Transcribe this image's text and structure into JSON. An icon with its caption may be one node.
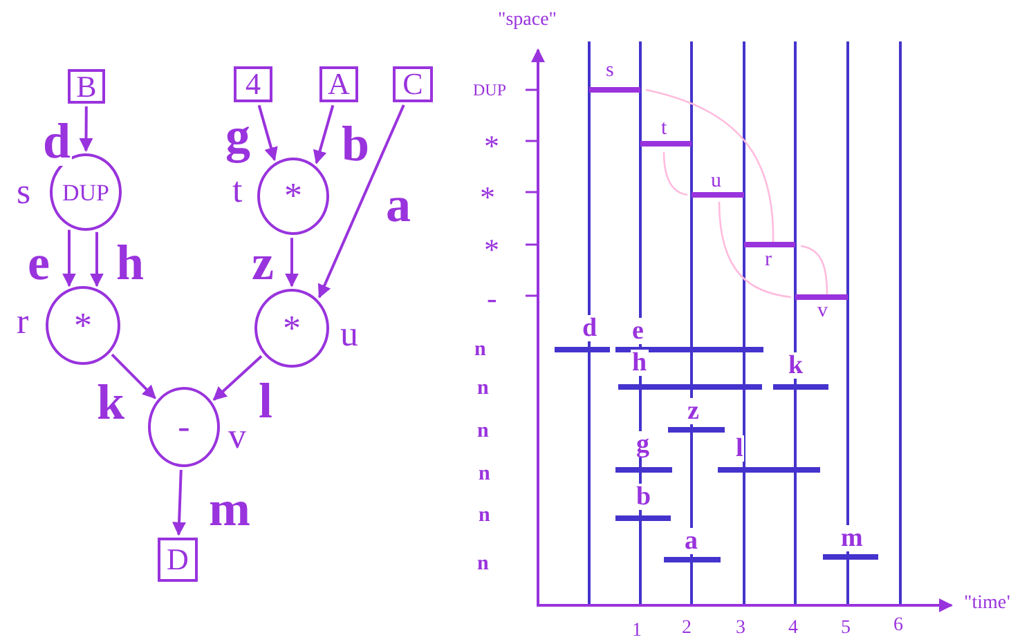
{
  "diagram": {
    "nodes": [
      {
        "text": [
          "B"
        ]
      },
      {
        "text": [
          "4"
        ]
      },
      {
        "text": [
          "A"
        ]
      },
      {
        "text": [
          "C"
        ]
      },
      {
        "text": [
          "DUP"
        ],
        "beside": [
          "s"
        ]
      },
      {
        "text": [
          "*"
        ],
        "beside": [
          "t"
        ]
      },
      {
        "text": [
          "*"
        ],
        "beside": [
          "r"
        ]
      },
      {
        "text": [
          "*"
        ],
        "beside": [
          "u"
        ]
      },
      {
        "text": [
          "-"
        ],
        "beside": [
          "v"
        ]
      },
      {
        "text": [
          "D"
        ]
      }
    ],
    "edges": [
      {
        "from": 0,
        "to": 4,
        "arrow": "to",
        "label": "d"
      },
      {
        "from": 1,
        "to": 5,
        "arrow": "to",
        "label": "g"
      },
      {
        "from": 2,
        "to": 5,
        "arrow": "to",
        "label": "b"
      },
      {
        "from": 3,
        "to": 7,
        "arrow": "to",
        "label": "a"
      },
      {
        "from": 4,
        "to": 6,
        "arrow": "to",
        "label": "e"
      },
      {
        "from": 4,
        "to": 6,
        "arrow": "to",
        "label": "h"
      },
      {
        "from": 5,
        "to": 7,
        "arrow": "to",
        "label": "z"
      },
      {
        "from": 6,
        "to": 8,
        "arrow": "to",
        "label": "k"
      },
      {
        "from": 7,
        "to": 8,
        "arrow": "to",
        "label": "l"
      },
      {
        "from": 8,
        "to": 9,
        "arrow": "to",
        "label": "m"
      }
    ],
    "labels": [
      "\"space\"",
      "DUP",
      "s",
      "*",
      "t",
      "*",
      "u",
      "*",
      "r",
      "-",
      "v",
      "n",
      "d",
      "e",
      "n",
      "h",
      "k",
      "n",
      "z",
      "n",
      "g",
      "l",
      "n",
      "b",
      "n",
      "a",
      "m",
      "1",
      "2",
      "3",
      "4",
      "5",
      "6",
      "\"time\""
    ]
  }
}
